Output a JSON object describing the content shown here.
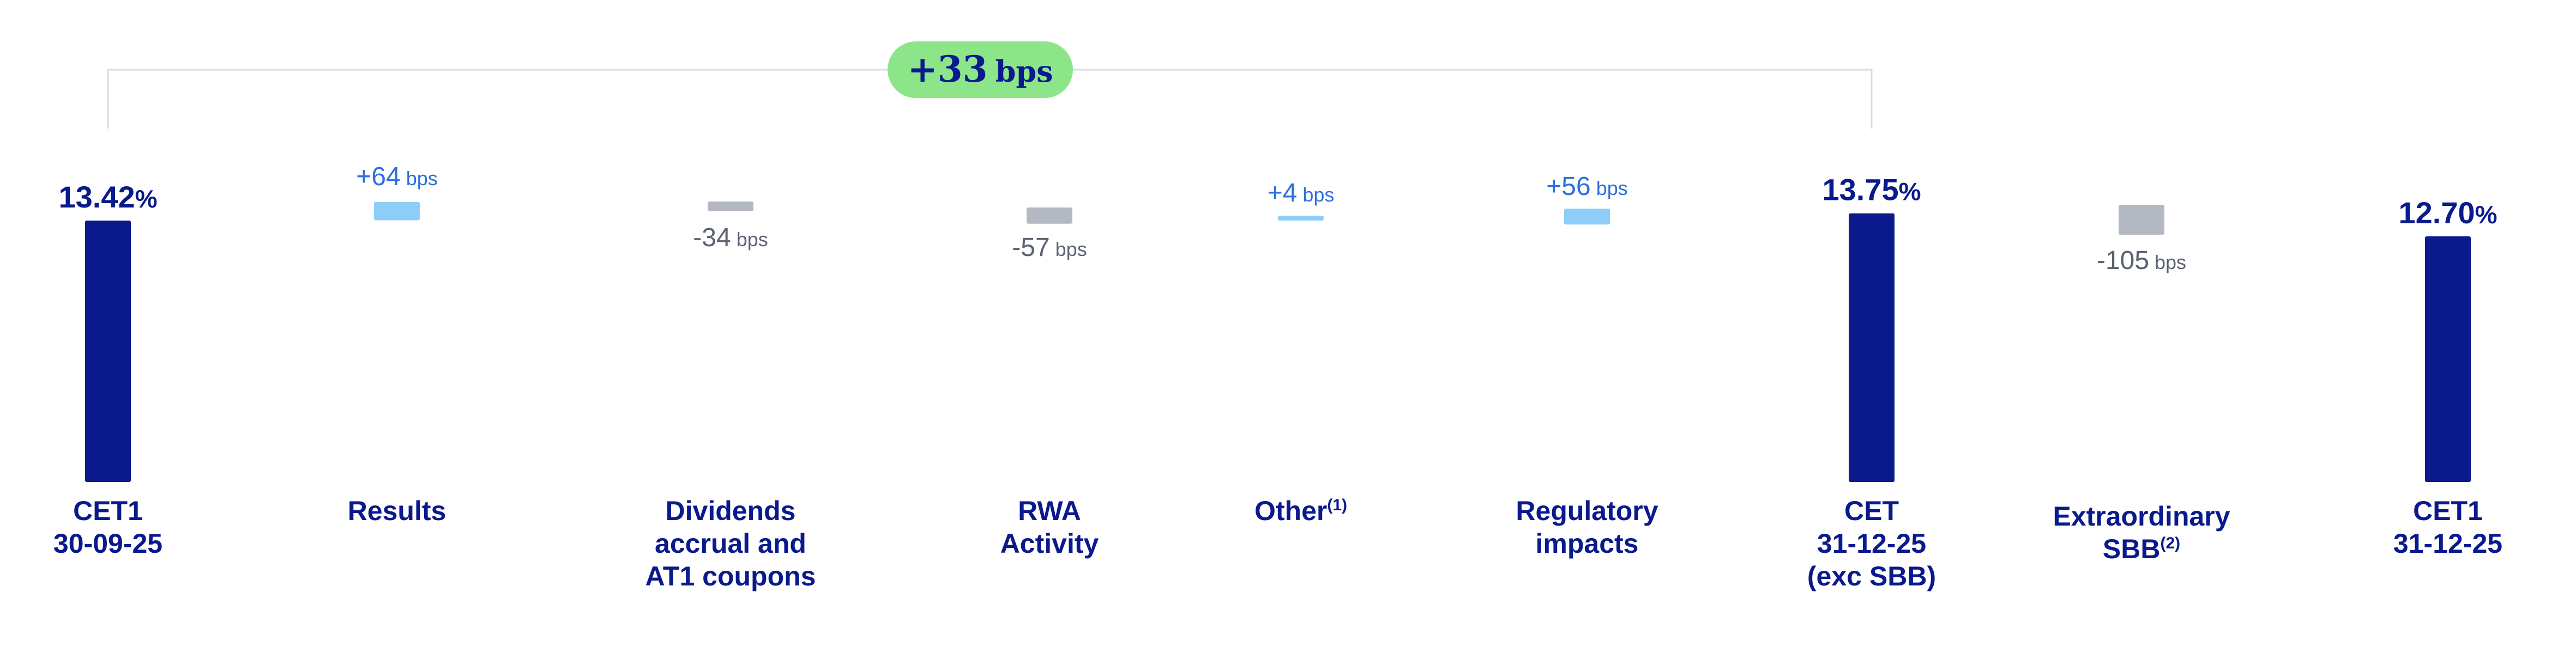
{
  "chart_data": {
    "type": "bar",
    "subtype": "waterfall",
    "categories": [
      [
        "CET1",
        "30-09-25"
      ],
      [
        "Results"
      ],
      [
        "Dividends",
        "accrual and",
        "AT1 coupons"
      ],
      [
        "RWA",
        "Activity"
      ],
      [
        "Other"
      ],
      [
        "Regulatory",
        "impacts"
      ],
      [
        "CET",
        "31-12-25",
        "(exc SBB)"
      ],
      [
        "Extraordinary",
        "SBB"
      ],
      [
        "CET1",
        "31-12-25"
      ]
    ],
    "superscripts": [
      "",
      "",
      "",
      "",
      "(1)",
      "",
      "",
      "(2)",
      ""
    ],
    "kinds": [
      "total",
      "delta",
      "delta",
      "delta",
      "delta",
      "delta",
      "total",
      "delta",
      "total"
    ],
    "values": [
      13.42,
      0.64,
      -0.34,
      -0.57,
      0.04,
      0.56,
      13.75,
      -1.05,
      12.7
    ],
    "value_labels": [
      "13.42",
      "+64",
      "-34",
      "-57",
      "+4",
      "+56",
      "13.75",
      "-105",
      "12.70"
    ],
    "value_units": [
      "%",
      "bps",
      "bps",
      "bps",
      "bps",
      "bps",
      "%",
      "bps",
      "%"
    ],
    "bracket": {
      "label_value": "+33",
      "label_unit": "bps",
      "from_index": 0,
      "to_index": 6
    },
    "colors": {
      "total": "#0a1a8c",
      "increase": "#8ecdf7",
      "decrease": "#b3b8c2",
      "increase_text": "#2d6fe0",
      "decrease_text": "#5a6270",
      "badge_fill": "#8de58a",
      "bracket": "#d9dce1"
    }
  }
}
